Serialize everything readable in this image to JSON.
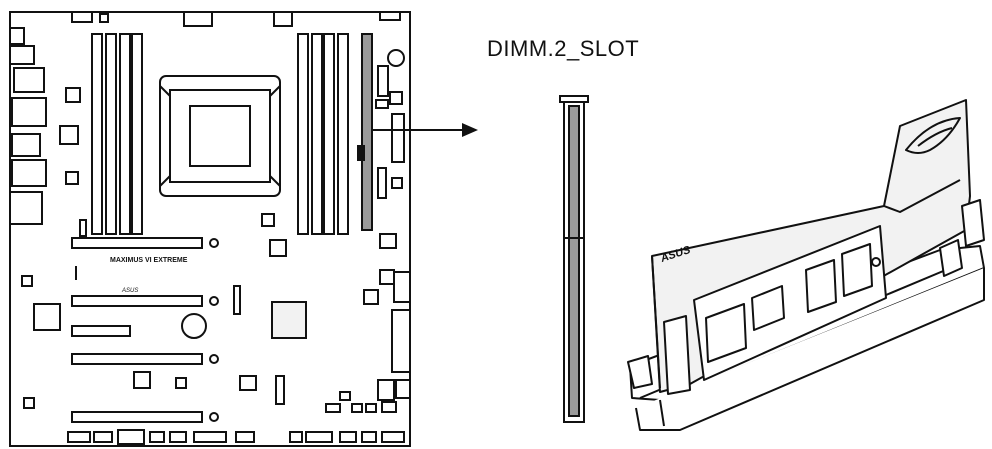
{
  "callout": {
    "label": "DIMM.2_SLOT"
  },
  "board": {
    "model_text": "MAXIMUS VI EXTREME",
    "brand_text": "ASUS"
  },
  "module": {
    "brand_text": "ASUS",
    "logo": "rog-eye-logo"
  },
  "icons": {
    "arrow": "arrow-right-icon"
  },
  "colors": {
    "line": "#111111",
    "slot_fill": "#9a9a9a",
    "module_fill": "#f2f2f2",
    "background": "#ffffff"
  }
}
